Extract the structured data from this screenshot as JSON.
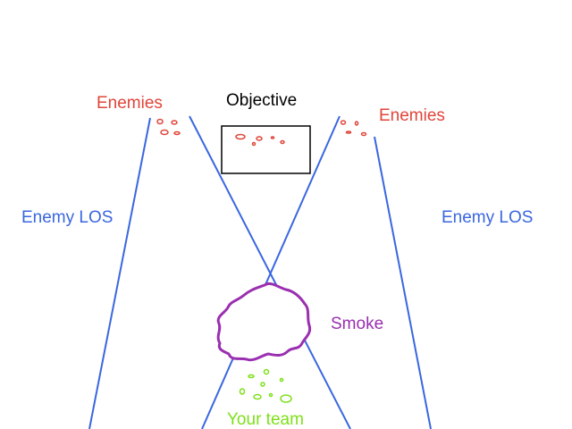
{
  "labels": {
    "enemies_left": "Enemies",
    "enemies_right": "Enemies",
    "objective": "Objective",
    "enemy_los_left": "Enemy LOS",
    "enemy_los_right": "Enemy LOS",
    "smoke": "Smoke",
    "your_team": "Your team"
  },
  "colors": {
    "enemies": "#e0453a",
    "objective": "#000000",
    "los": "#3a67e0",
    "smoke": "#9a2fb0",
    "team": "#7ee01a"
  }
}
